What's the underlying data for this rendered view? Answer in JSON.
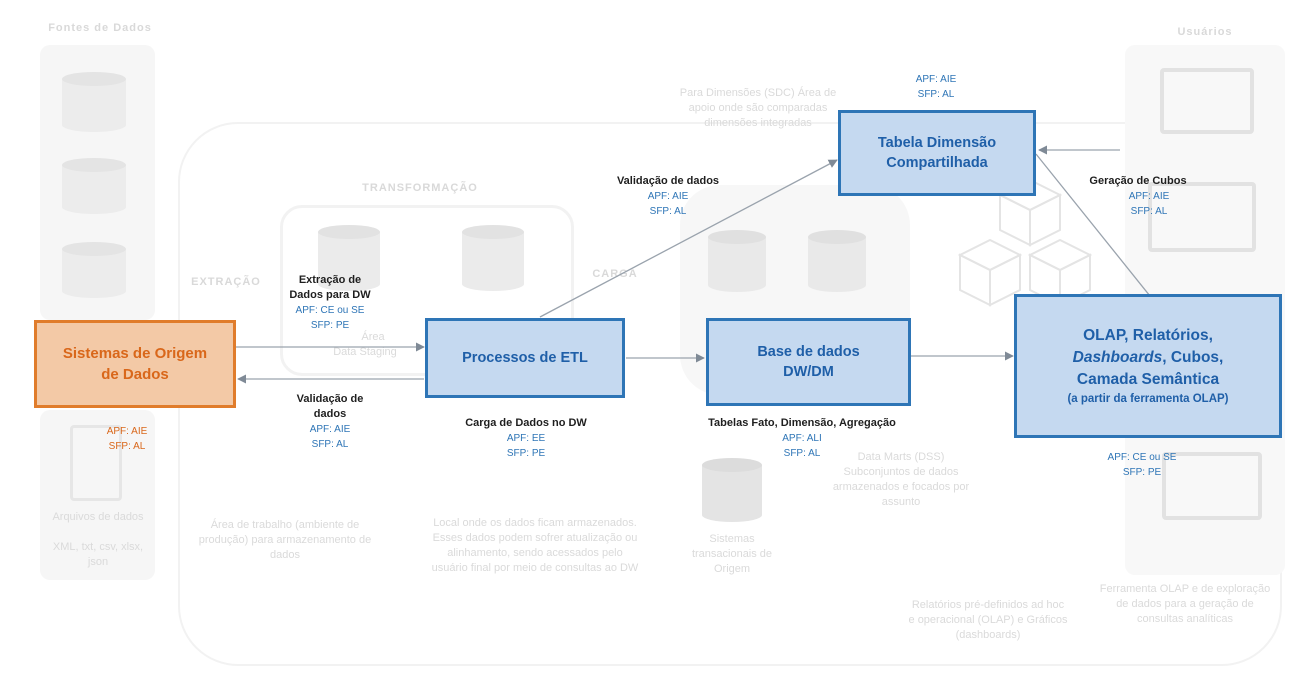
{
  "background": {
    "col_left_title": "Fontes de Dados",
    "col_right_title": "Usuários",
    "transform_title": "TRANSFORMAÇÃO",
    "extract_title": "EXTRAÇÃO",
    "load_title": "CARGA",
    "staging_label": "Área",
    "staging_sub": "Data Staging",
    "files_label": "Arquivos de dados",
    "files_sub": "XML, txt, csv, xlsx, json",
    "work_area_note": "Área de trabalho (ambiente de produção) para armazenamento de dados",
    "load_note": "Local onde os dados ficam armazenados. Esses dados podem sofrer atualização ou alinhamento, sendo acessados pelo usuário final por meio de consultas ao DW",
    "source_db_note": "Sistemas transacionais de Origem",
    "dim_note": "Para Dimensões (SDC) Área de apoio onde são comparadas dimensões integradas",
    "datamart_note": "Data Marts (DSS) Subconjuntos de dados armazenados e focados por assunto",
    "reports_note": "Relatórios pré-definidos ad hoc e operacional (OLAP) e Gráficos (dashboards)",
    "olap_tool_note": "Ferramenta OLAP e de exploração de dados para a geração de consultas analíticas"
  },
  "boxes": {
    "source": {
      "line1": "Sistemas de Origem",
      "line2": "de Dados"
    },
    "etl": {
      "line1": "Processos de ETL"
    },
    "dw": {
      "line1": "Base de dados",
      "line2": "DW/DM"
    },
    "dim": {
      "line1": "Tabela Dimensão",
      "line2": "Compartilhada"
    },
    "olap": {
      "line1": "OLAP, Relatórios,",
      "line2_italic": "Dashboards",
      "line2_rest": ", Cubos,",
      "line3": "Camada Semântica",
      "line4": "(a partir da ferramenta OLAP)"
    }
  },
  "labels": {
    "source_metric": {
      "m1": "APF: AIE",
      "m2": "SFP: AL"
    },
    "extract": {
      "t1": "Extração de",
      "t2": "Dados para DW",
      "m1": "APF: CE ou SE",
      "m2": "SFP: PE"
    },
    "validation_left": {
      "t1": "Validação de",
      "t2": "dados",
      "m1": "APF: AIE",
      "m2": "SFP: AL"
    },
    "load": {
      "t1": "Carga de Dados no DW",
      "m1": "APF: EE",
      "m2": "SFP: PE"
    },
    "validation_top": {
      "t1": "Validação de dados",
      "m1": "APF: AIE",
      "m2": "SFP: AL"
    },
    "dim_metric": {
      "m1": "APF: AIE",
      "m2": "SFP: AL"
    },
    "tables": {
      "t1": "Tabelas Fato, Dimensão, Agregação",
      "m1": "APF: ALI",
      "m2": "SFP: AL"
    },
    "cubes": {
      "t1": "Geração de Cubos",
      "m1": "APF: AIE",
      "m2": "SFP: AL"
    },
    "olap_metric": {
      "m1": "APF: CE ou SE",
      "m2": "SFP: PE"
    }
  },
  "colors": {
    "blue_box": "#c5d9f0",
    "blue_border": "#2e75b6",
    "orange_box": "#f3c9a6",
    "orange_border": "#e07c2b"
  }
}
